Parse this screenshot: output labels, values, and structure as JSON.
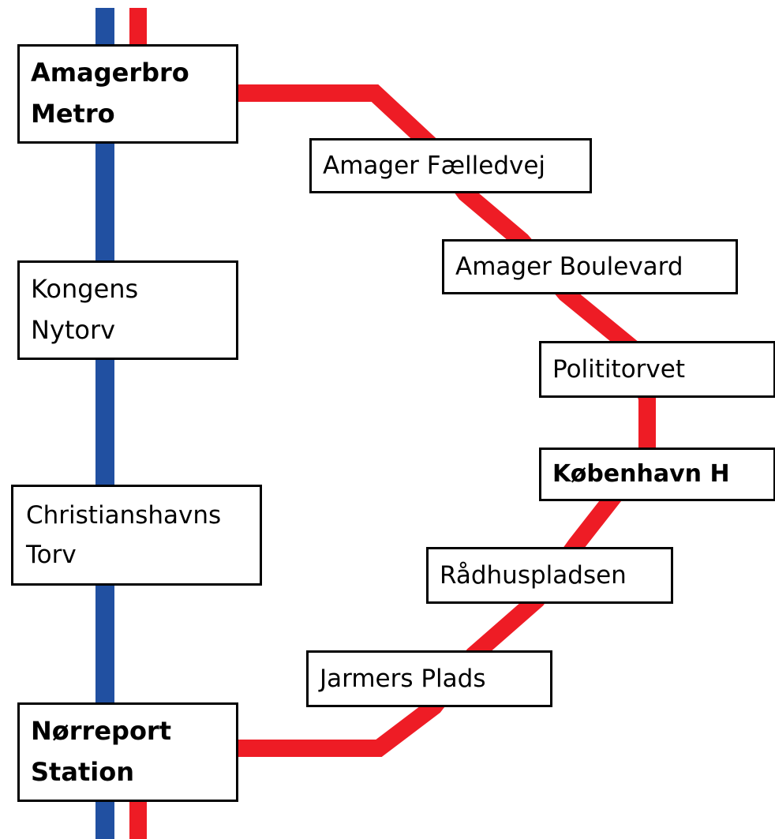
{
  "colors": {
    "red_line": "#ee1c25",
    "blue_line": "#2150a1",
    "box_border": "#000000",
    "box_fill": "#ffffff"
  },
  "stations": {
    "amagerbro_metro": {
      "lines": [
        "Amagerbro",
        "Metro"
      ],
      "bold": true
    },
    "amager_faelledvej": {
      "lines": [
        "Amager Fælledvej"
      ],
      "bold": false
    },
    "amager_boulevard": {
      "lines": [
        "Amager Boulevard"
      ],
      "bold": false
    },
    "polititorvet": {
      "lines": [
        "Polititorvet"
      ],
      "bold": false
    },
    "kobenhavn_h": {
      "lines": [
        "København H"
      ],
      "bold": true
    },
    "radhuspladsen": {
      "lines": [
        "Rådhuspladsen"
      ],
      "bold": false
    },
    "jarmers_plads": {
      "lines": [
        "Jarmers Plads"
      ],
      "bold": false
    },
    "norreport_station": {
      "lines": [
        "Nørreport",
        "Station"
      ],
      "bold": true
    },
    "kongens_nytorv": {
      "lines": [
        "Kongens",
        "Nytorv"
      ],
      "bold": false
    },
    "christianshavns_torv": {
      "lines": [
        "Christianshavns",
        "Torv"
      ],
      "bold": false
    }
  }
}
